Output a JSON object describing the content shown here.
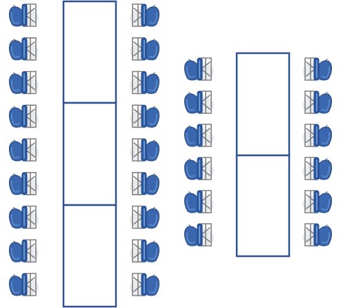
{
  "colors": {
    "background": "#ffffff",
    "table_outline": "#2f4f8f",
    "chair_seat": "#3a67ad",
    "chair_seat_dark": "#1f4486",
    "chair_seat_light": "#5a86c6",
    "chair_frame": "#7d7f82"
  },
  "icons": {
    "chair": "folding-chair-icon",
    "table": "rectangular-table"
  },
  "layout_groups": [
    {
      "name": "left-group",
      "tables": 3,
      "chair_columns": [
        {
          "side": "left",
          "chairs": 9,
          "facing": "right"
        },
        {
          "side": "right",
          "chairs": 9,
          "facing": "left"
        }
      ]
    },
    {
      "name": "right-group",
      "tables": 2,
      "chair_columns": [
        {
          "side": "left",
          "chairs": 6,
          "facing": "right"
        },
        {
          "side": "right",
          "chairs": 6,
          "facing": "left"
        }
      ]
    }
  ]
}
